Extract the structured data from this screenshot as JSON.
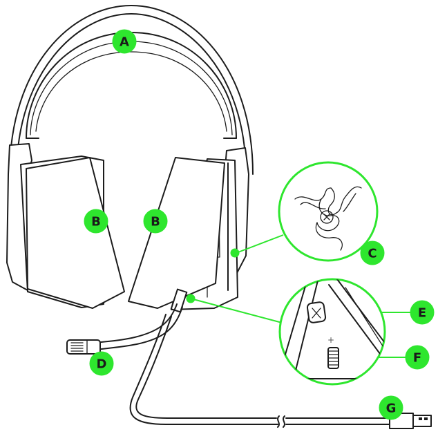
{
  "accent_color": "#2ee62e",
  "callouts": {
    "a": "A",
    "b_left": "B",
    "b_right": "B",
    "c": "C",
    "d": "D",
    "e": "E",
    "f": "F",
    "g": "G"
  },
  "icons": {
    "logo": "razer-snake-logo",
    "mute_button": "mic-mute-icon",
    "volume_wheel": "volume-scroll-wheel",
    "usb_connector": "usb-plug"
  },
  "volume_marks": {
    "plus": "+"
  }
}
